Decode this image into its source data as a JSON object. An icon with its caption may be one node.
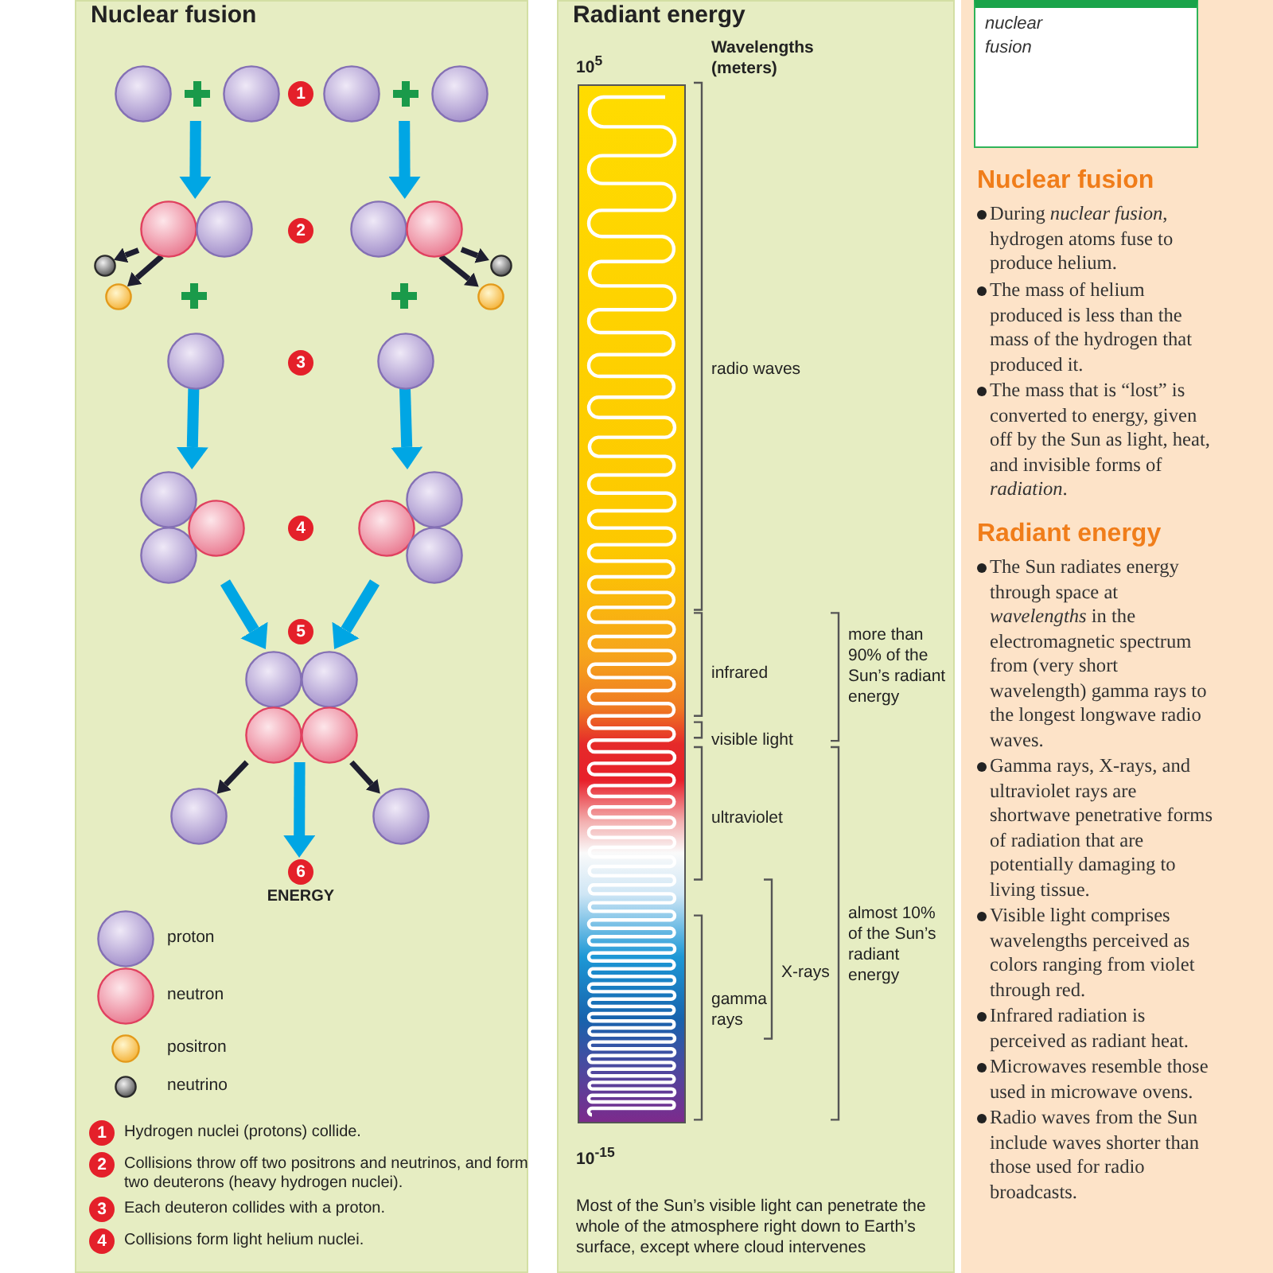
{
  "diagram": {
    "nodes": [
      {
        "text": [
          "Nuclear fusion"
        ]
      },
      {
        "text": [],
        "shape": "picture",
        "in": 0
      },
      {
        "text": [
          "1"
        ],
        "in": 0
      },
      {
        "text": [],
        "shape": "picture",
        "in": 0
      },
      {
        "text": [],
        "shape": "picture",
        "in": 0
      },
      {
        "text": [
          "2"
        ],
        "in": 0
      },
      {
        "text": [],
        "shape": "picture",
        "in": 0
      },
      {
        "text": [],
        "shape": "circle",
        "in": 0
      },
      {
        "text": [],
        "shape": "circle",
        "in": 0
      },
      {
        "text": [],
        "shape": "circle",
        "in": 0
      },
      {
        "text": [],
        "shape": "circle",
        "in": 0
      },
      {
        "text": [],
        "shape": "circle",
        "in": 0
      },
      {
        "text": [
          "3"
        ],
        "in": 0
      },
      {
        "text": [],
        "shape": "circle",
        "in": 0
      },
      {
        "text": [],
        "shape": "picture",
        "in": 0
      },
      {
        "text": [
          "4"
        ],
        "in": 0
      },
      {
        "text": [],
        "shape": "picture",
        "in": 0
      },
      {
        "text": [
          "5"
        ],
        "in": 0
      },
      {
        "text": [],
        "shape": "picture",
        "in": 0
      },
      {
        "text": [],
        "shape": "circle",
        "in": 0
      },
      {
        "text": [],
        "shape": "circle",
        "in": 0
      },
      {
        "text": [
          "6"
        ],
        "beside": [
          "ENERGY"
        ],
        "in": 0
      },
      {
        "text": [
          "1"
        ],
        "beside": [
          "Hydrogen nuclei (protons) collide."
        ],
        "in": 0
      },
      {
        "text": [
          "2"
        ],
        "beside": [
          "Collisions throw off two positrons and neutrinos, and form two deuterons (heavy hydrogen nuclei)."
        ],
        "in": 0
      },
      {
        "text": [
          "3"
        ],
        "beside": [
          "Each deuteron collides with a proton."
        ],
        "in": 0
      },
      {
        "text": [
          "4"
        ],
        "beside": [
          "Collisions form light helium nuclei."
        ],
        "in": 0
      },
      {
        "text": [
          "Radiant energy"
        ]
      },
      {
        "text": [],
        "shape": "bar",
        "in": 26
      },
      {
        "text": [
          "Nuclear fusion",
          "During *nuclear fusion*, hydrogen atoms fuse to produce helium.",
          "The mass of helium produced is less than the mass of the hydrogen that produced it.",
          "The mass that is “lost” is converted to energy, given off by the Sun as light, heat, and invisible forms of *radiation*.",
          "Radiant energy",
          "The Sun radiates energy through space at *wavelengths* in the electromagnetic spectrum from (very short wavelength) gamma rays to the longest longwave radio waves.",
          "Gamma rays, X-rays, and ultraviolet rays are shortwave penetrative forms of radiation that are potentially damaging to living tissue.",
          "Visible light comprises wavelengths perceived as colors ranging from violet through red.",
          "Infrared radiation is perceived as radiant heat.",
          "Microwaves resemble those used in microwave ovens.",
          "Radio waves from the Sun include waves shorter than those used for radio broadcasts."
        ]
      },
      {
        "text": [
          "nuclear fusion"
        ],
        "in": 28
      }
    ],
    "edges": [
      {
        "from": 1,
        "to": 4,
        "arrow": "to"
      },
      {
        "from": 3,
        "to": 6,
        "arrow": "to"
      },
      {
        "from": 4,
        "to": 7,
        "arrow": "to",
        "color": "#1e1e30"
      },
      {
        "from": 4,
        "to": 9,
        "arrow": "to",
        "color": "#1e1e30"
      },
      {
        "from": 6,
        "to": 8,
        "arrow": "to",
        "color": "#1e1e30"
      },
      {
        "from": 6,
        "to": 10,
        "arrow": "to",
        "color": "#1e1e30"
      },
      {
        "from": 11,
        "to": 14,
        "arrow": "to"
      },
      {
        "from": 13,
        "to": 16,
        "arrow": "to"
      },
      {
        "from": 14,
        "to": 18,
        "arrow": "to"
      },
      {
        "from": 16,
        "to": 18,
        "arrow": "to"
      },
      {
        "from": 18,
        "to": 19,
        "arrow": "to",
        "color": "#1e1e30"
      },
      {
        "from": 18,
        "to": 20,
        "arrow": "to",
        "color": "#1e1e30"
      },
      {
        "from": 18,
        "to": 21,
        "arrow": "to"
      }
    ],
    "labels": [
      "10$^{5}$",
      "Wavelengths (meters)",
      "radio waves",
      "more than 90% of the Sun’s radiant energy",
      "infrared",
      "visible light",
      "ultraviolet",
      "almost 10% of the Sun’s radiant energy",
      "X-rays",
      "gamma rays",
      "10$^{-15}$",
      "Most of the Sun’s visible light can penetrate the whole of the atmosphere right down to Earth’s surface, except where cloud intervenes"
    ],
    "legend": [
      {
        "text": "proton"
      },
      {
        "text": "neutron"
      },
      {
        "text": "positron"
      },
      {
        "text": "neutrino"
      }
    ]
  }
}
